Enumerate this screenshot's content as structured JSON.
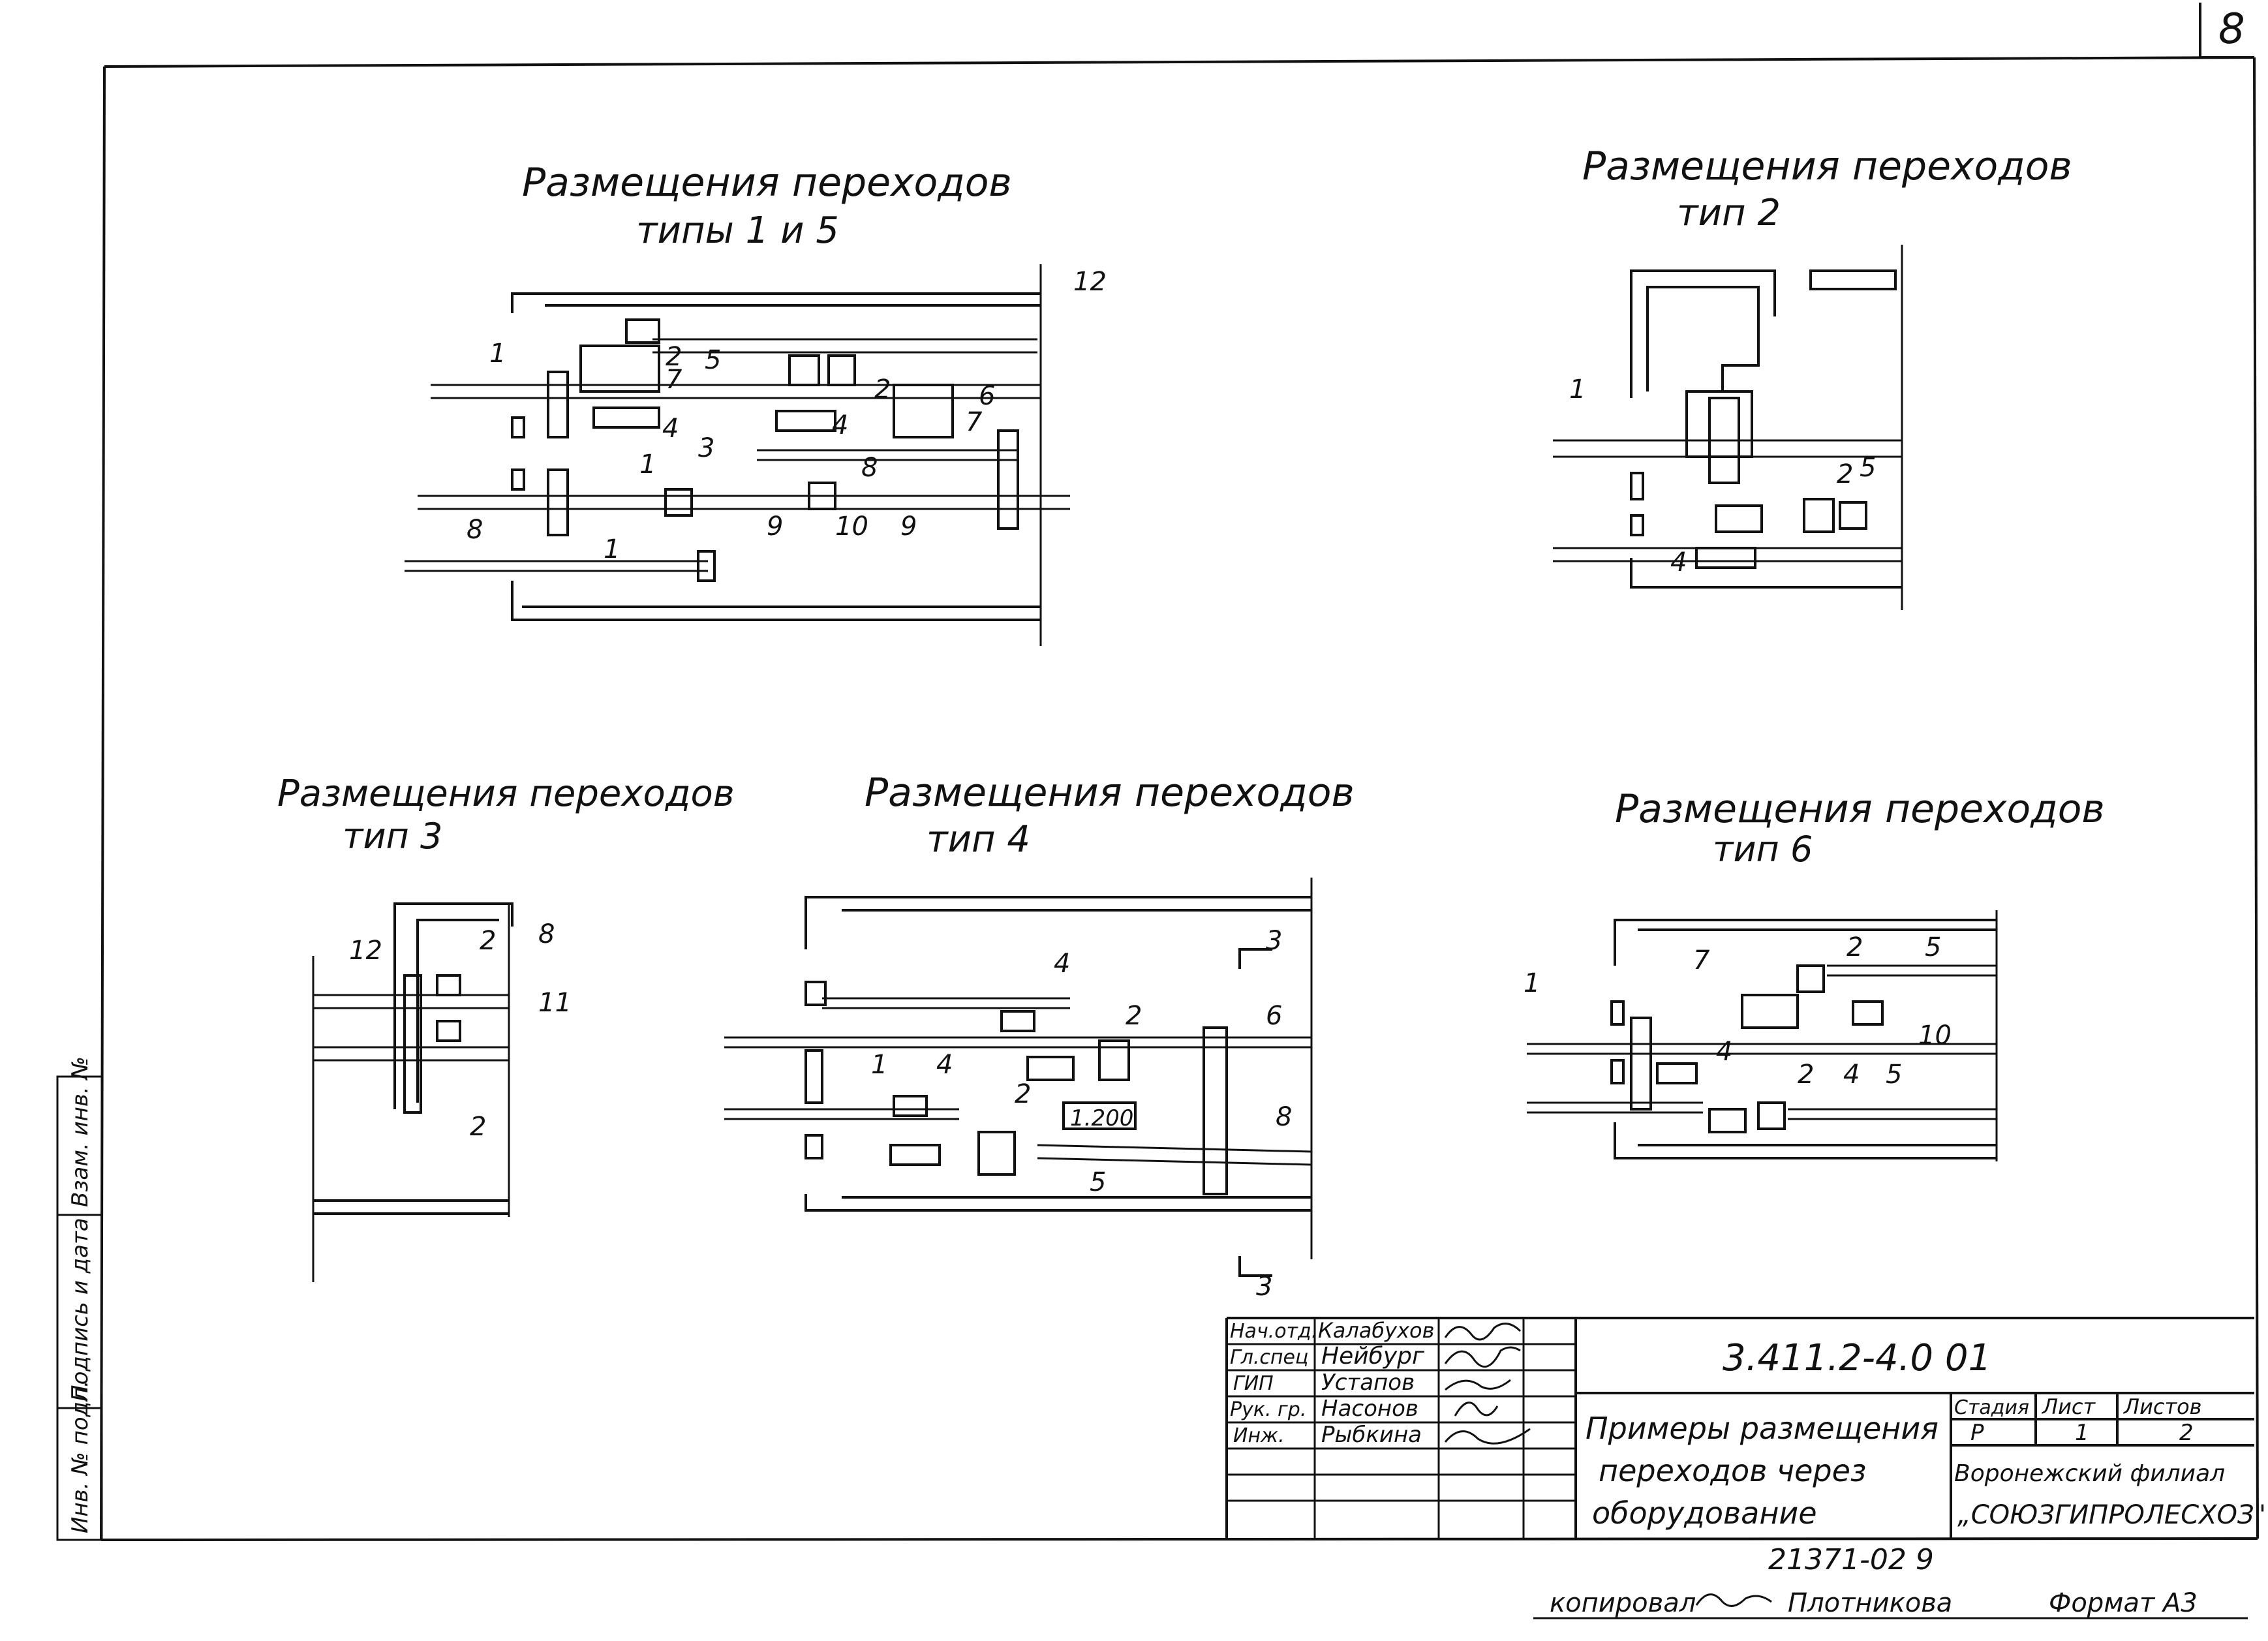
{
  "sheet": {
    "page_number": "8",
    "drawing_code": "3.411.2-4.0  01",
    "archive_number": "21371-02  9",
    "footer_text": "копировал",
    "copier_name": "Плотникова",
    "format_label": "Формат А3"
  },
  "titles": {
    "t15_line1": "Размещения переходов",
    "t15_line2": "типы 1 и 5",
    "t2_line1": "Размещения переходов",
    "t2_line2": "тип 2",
    "t3_line1": "Размещения переходов",
    "t3_line2": "тип 3",
    "t4_line1": "Размещения переходов",
    "t4_line2": "тип 4",
    "t6_line1": "Размещения переходов",
    "t6_line2": "тип 6"
  },
  "labels": {
    "l1": "1",
    "l2": "2",
    "l3": "3",
    "l4": "4",
    "l5": "5",
    "l6": "6",
    "l7": "7",
    "l8": "8",
    "l9": "9",
    "l10": "10",
    "l11": "11",
    "l12": "12",
    "elev": "1.200"
  },
  "left_strip": {
    "cell1": "Взам. инв. №",
    "cell2": "Подпись и дата",
    "cell3": "Инв. № подл."
  },
  "title_block": {
    "roles": [
      "Нач.отд.",
      "Гл.спец",
      "ГИП",
      "Рук. гр.",
      "Инж."
    ],
    "names": [
      "Калабухов",
      "Нейбург",
      "Устапов",
      "Насонов",
      "Рыбкина"
    ],
    "description_line1": "Примеры размещения",
    "description_line2": "переходов через",
    "description_line3": "оборудование",
    "stage_header": "Стадия",
    "sheet_header": "Лист",
    "sheets_header": "Листов",
    "stage_value": "Р",
    "sheet_value": "1",
    "sheets_value": "2",
    "org_line1": "Воронежский филиал",
    "org_line2": "„СОЮЗГИПРОЛЕСХОЗ\""
  }
}
